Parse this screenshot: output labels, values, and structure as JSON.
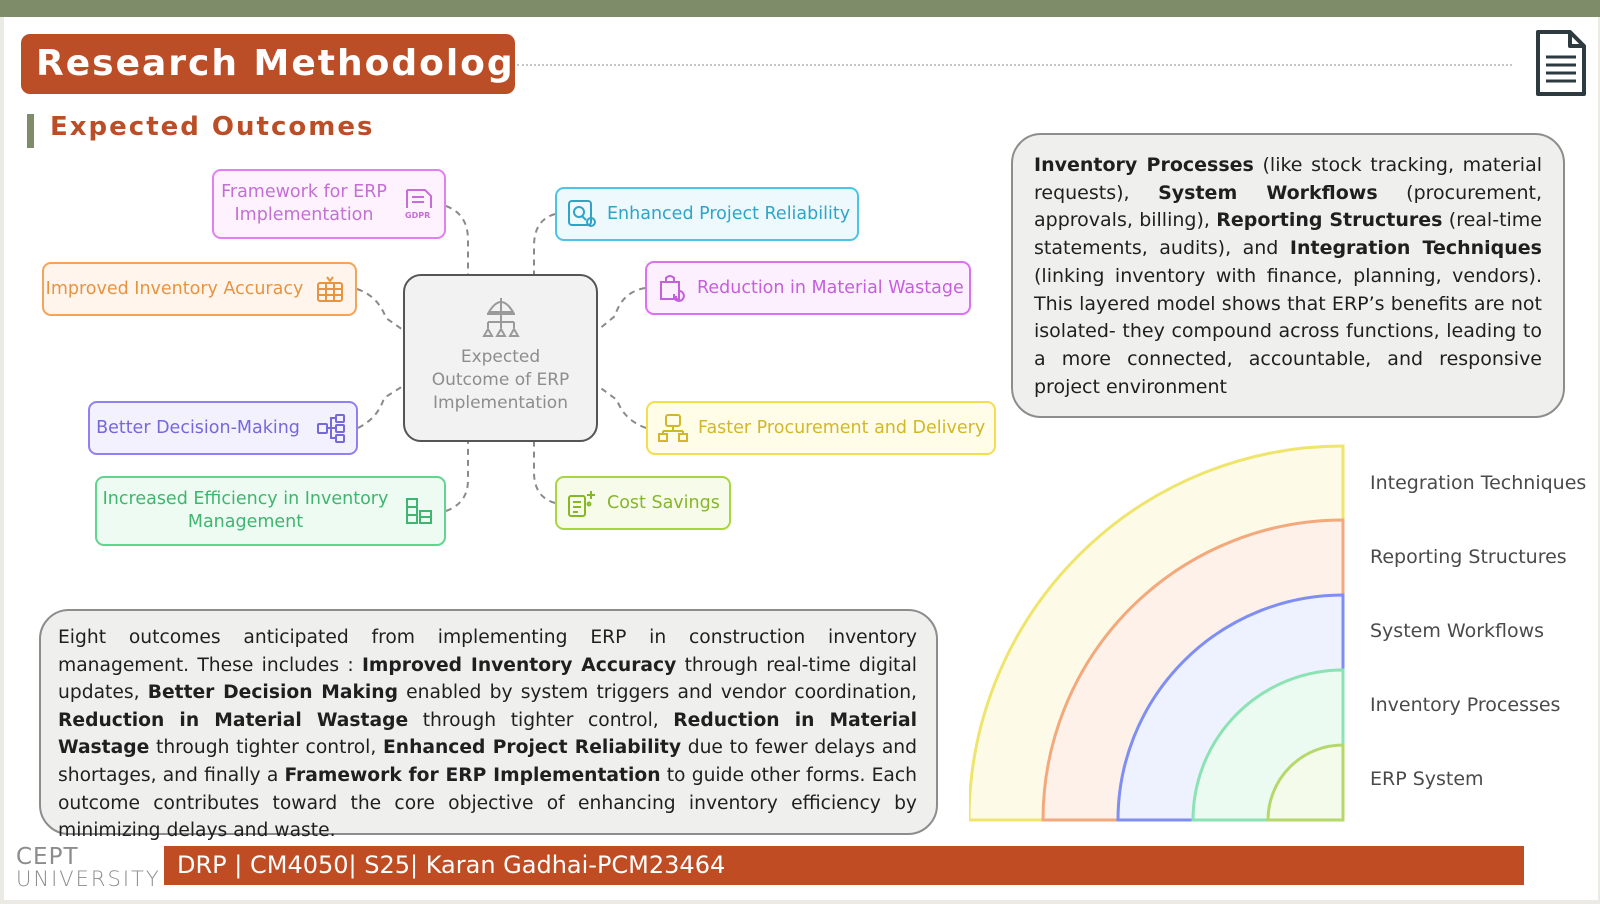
{
  "header": {
    "title": "Research Methodology",
    "subtitle": "Expected Outcomes"
  },
  "mindmap": {
    "center": [
      "Expected",
      "Outcome of ERP",
      "Implementation"
    ],
    "nodes": {
      "framework": [
        "Framework for ERP",
        "Implementation"
      ],
      "inventory_accuracy": "Improved Inventory Accuracy",
      "decision_making": "Better Decision-Making",
      "efficiency": [
        "Increased Efficiency in Inventory",
        "Management"
      ],
      "reliability": "Enhanced Project Reliability",
      "material_wastage": "Reduction in Material Wastage",
      "procurement": "Faster Procurement and Delivery",
      "cost_savings": "Cost Savings"
    }
  },
  "right_text": {
    "b1": "Inventory Processes",
    "t1": " (like stock tracking, material requests), ",
    "b2": "System Workflows",
    "t2": " (procurement, approvals, billing), ",
    "b3": "Reporting Structures",
    "t3": " (real-time statements, audits), and ",
    "b4": "Integration Techniques",
    "t4": " (linking inventory with finance, planning, vendors). This layered model shows that ERP’s benefits are not isolated- they compound across functions, leading to a more connected, accountable, and responsive project environment"
  },
  "bottom_text": {
    "t0": "Eight outcomes anticipated from implementing ERP in construction inventory management. These includes : ",
    "b1": "Improved Inventory Accuracy",
    "t1": " through real-time digital updates, ",
    "b2": "Better Decision Making",
    "t2": " enabled by system triggers and vendor coordination, ",
    "b3": "Reduction in Material Wastage",
    "t3": " through tighter control, ",
    "b4": "Reduction in Material Wastage",
    "t4": " through tighter control, ",
    "b5": "Enhanced Project Reliability",
    "t5": " due to fewer delays and shortages, and finally a ",
    "b6": "Framework for ERP Implementation",
    "t6": " to guide other forms. Each outcome contributes toward the core  objective of enhancing inventory efficiency by minimizing delays and waste."
  },
  "layers": {
    "labels": [
      "Integration Techniques",
      "Reporting Structures",
      "System Workflows",
      "Inventory Processes",
      "ERP System"
    ],
    "colors": [
      "#efe56d",
      "#f3a97c",
      "#7f8ef2",
      "#8be3b4",
      "#b4d96a"
    ]
  },
  "footer": {
    "logo_line1": "CEPT",
    "logo_line2": "UNIVERSITY",
    "bar_text": "DRP | CM4050| S25| Karan Gadhai-PCM23464"
  }
}
